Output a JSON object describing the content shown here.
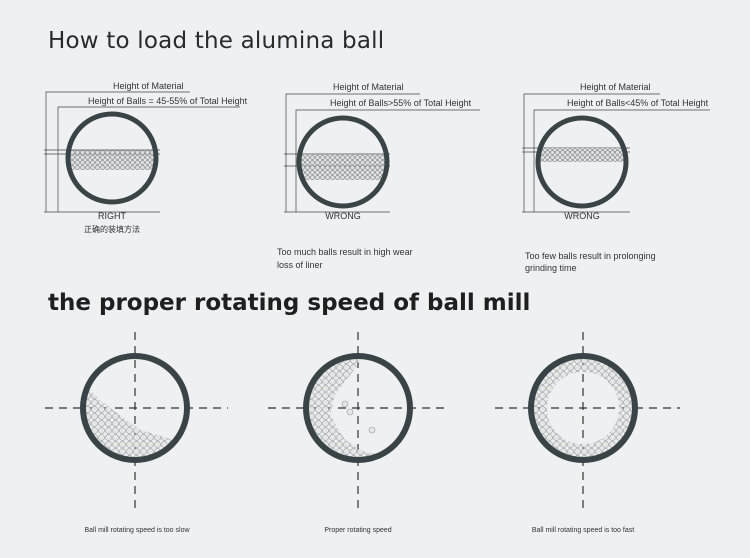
{
  "section1": {
    "title": "How to load the alumina ball",
    "diagrams": [
      {
        "material_label": "Height of Material",
        "balls_label": "Height of Balls = 45-55% of Total Height",
        "verdict": "RIGHT",
        "note_cn": "正确的装填方法",
        "caption": ""
      },
      {
        "material_label": "Height of Material",
        "balls_label": "Height of Balls>55% of Total Height",
        "verdict": "WRONG",
        "caption_line1": "Too much balls result in high wear",
        "caption_line2": "loss of liner"
      },
      {
        "material_label": "Height of Material",
        "balls_label": "Height of Balls<45% of Total Height",
        "verdict": "WRONG",
        "caption_line1": "Too few balls result in prolonging",
        "caption_line2": "grinding time"
      }
    ]
  },
  "section2": {
    "title": "the proper  rotating speed of ball mill",
    "captions": [
      "Ball mill rotating speed is too slow",
      "Proper rotating speed",
      "Ball mill rotating speed is too fast"
    ]
  },
  "colors": {
    "ring": "#3a4447",
    "ball": "#d6d8d8",
    "ball_stroke": "#8b8f90",
    "background": "#eef0f2"
  }
}
